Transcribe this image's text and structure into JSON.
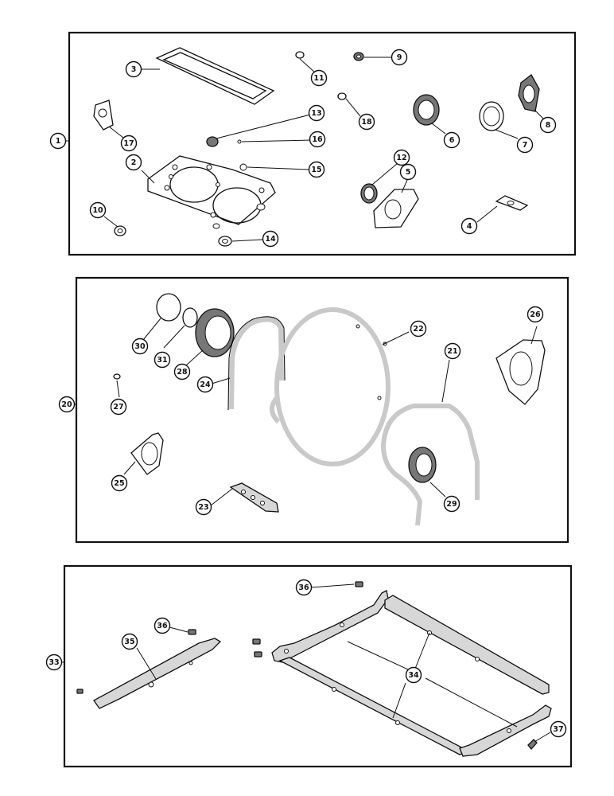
{
  "panels": [
    {
      "id": "panel-top",
      "group": "1",
      "callouts": [
        "2",
        "3",
        "4",
        "5",
        "6",
        "7",
        "8",
        "9",
        "10",
        "11",
        "12",
        "13",
        "14",
        "15",
        "16",
        "17",
        "18"
      ]
    },
    {
      "id": "panel-middle",
      "group": "20",
      "callouts": [
        "21",
        "22",
        "23",
        "24",
        "25",
        "26",
        "27",
        "28",
        "29",
        "30",
        "31"
      ]
    },
    {
      "id": "panel-bottom",
      "group": "33",
      "callouts": [
        "34",
        "35",
        "36",
        "36",
        "37"
      ]
    }
  ]
}
